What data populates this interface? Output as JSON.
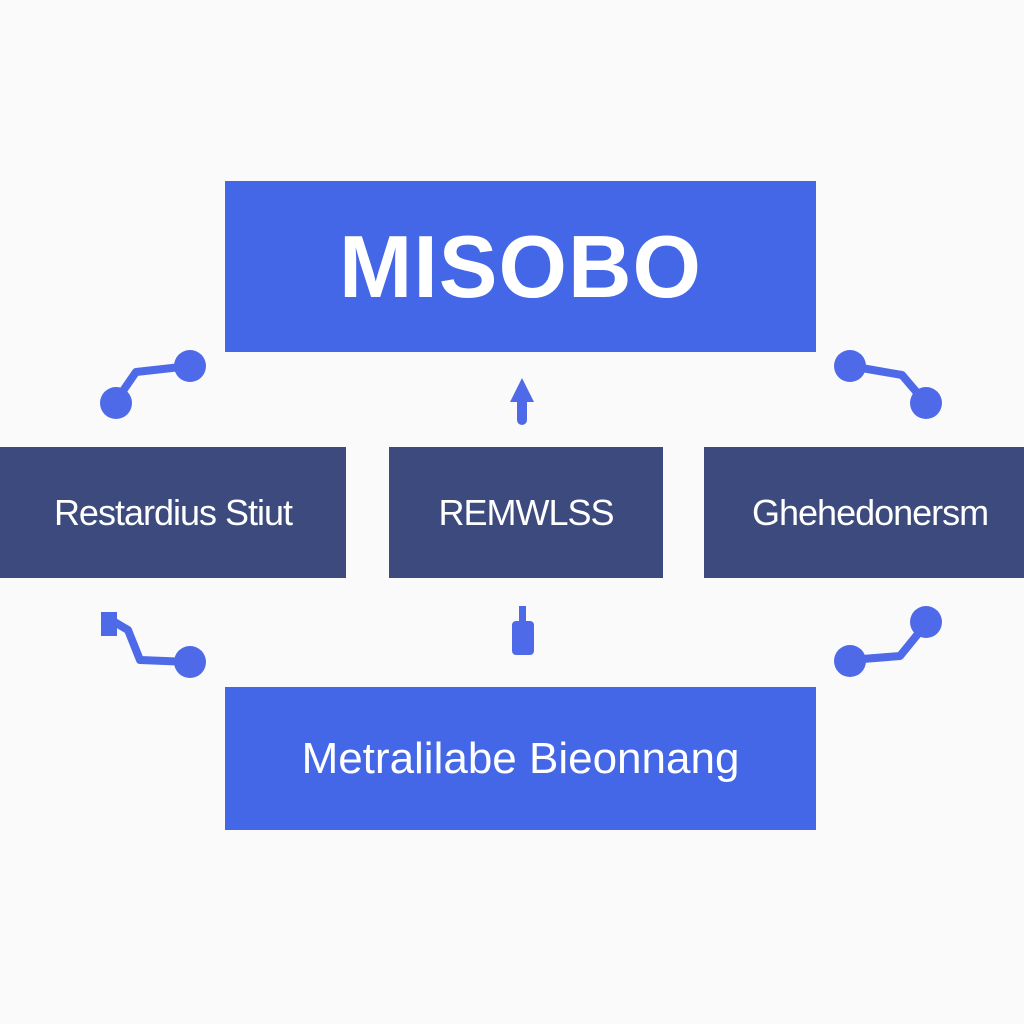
{
  "colors": {
    "background": "#fafafa",
    "primary_box": "#4367e6",
    "secondary_box": "#3d4a7e",
    "connector": "#4f6ae8",
    "text": "#ffffff"
  },
  "diagram": {
    "top_node": {
      "label": "MISOBO"
    },
    "middle_nodes": [
      {
        "label": "Restardius Stiut"
      },
      {
        "label": "REMWLSS"
      },
      {
        "label": "Ghehedonersm"
      }
    ],
    "bottom_node": {
      "label": "Metralilabe Bieonnang"
    }
  }
}
